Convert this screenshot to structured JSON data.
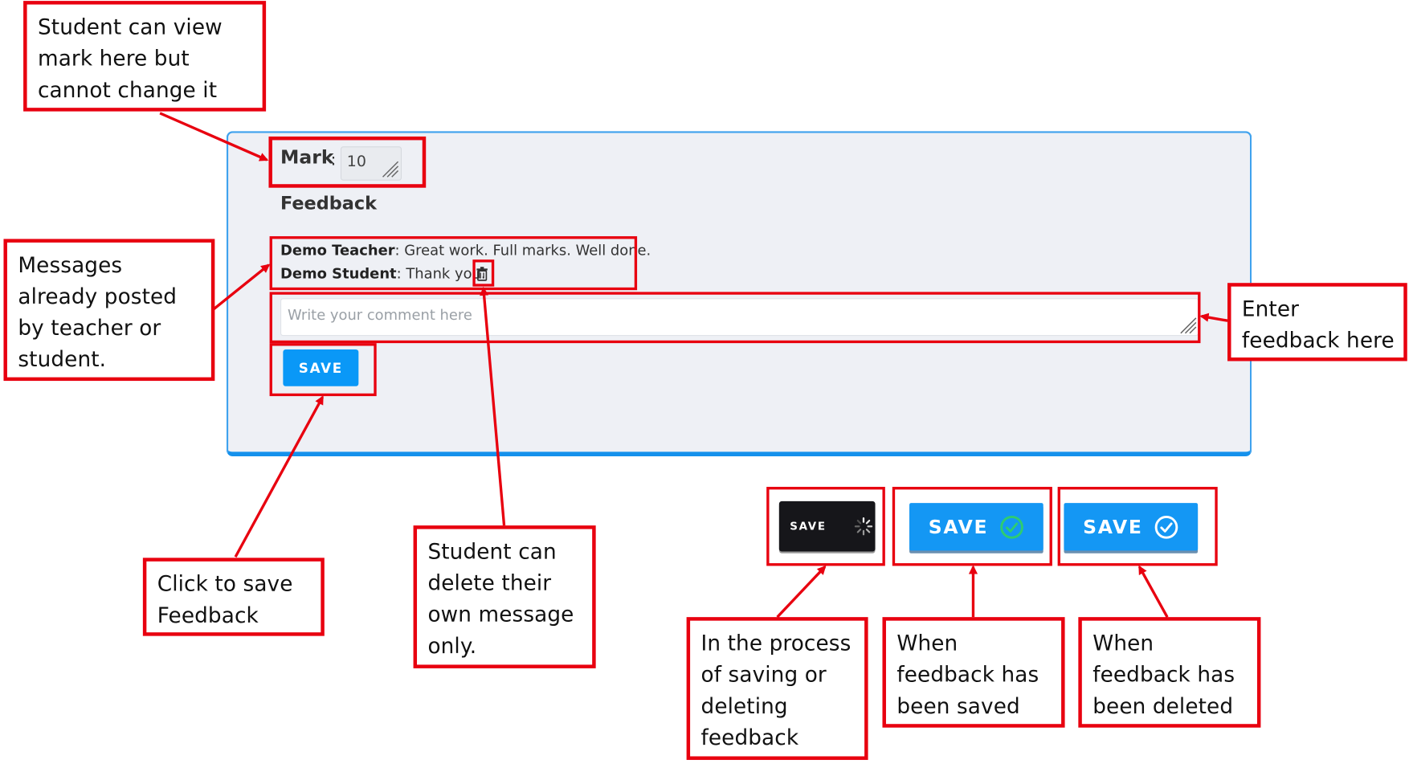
{
  "callouts": {
    "mark": "Student can view mark here but cannot change it",
    "messages": "Messages already posted by teacher or student.",
    "enter": "Enter feedback here",
    "click_save": "Click to save Feedback",
    "delete_own": "Student can delete their own message only.",
    "in_process": "In the process of saving or deleting feedback",
    "saved": "When feedback has been saved",
    "deleted": "When feedback has been deleted"
  },
  "form": {
    "mark_label": "Mark",
    "mark_colon": ":",
    "mark_value": "10",
    "feedback_heading": "Feedback",
    "messages": [
      {
        "author": "Demo Teacher",
        "text": ": Great work. Full marks. Well done."
      },
      {
        "author": "Demo Student",
        "text": ": Thank you."
      }
    ],
    "comment_placeholder": "Write your comment here",
    "save_label": "SAVE"
  },
  "states": {
    "saving_label": "SAVE",
    "saved_label": "SAVE",
    "deleted_label": "SAVE"
  },
  "colors": {
    "annotation_red": "#e8000f",
    "accent_blue": "#0a98f7",
    "panel_bg": "#eef0f5",
    "panel_border": "#1591ec",
    "dark_button": "#16161a",
    "check_green": "#2ecc71"
  },
  "icons": {
    "delete": "trash-icon",
    "resize": "resize-grip-icon",
    "spinner": "spinner-icon",
    "saved": "check-circle-icon",
    "deleted": "check-circle-icon"
  }
}
